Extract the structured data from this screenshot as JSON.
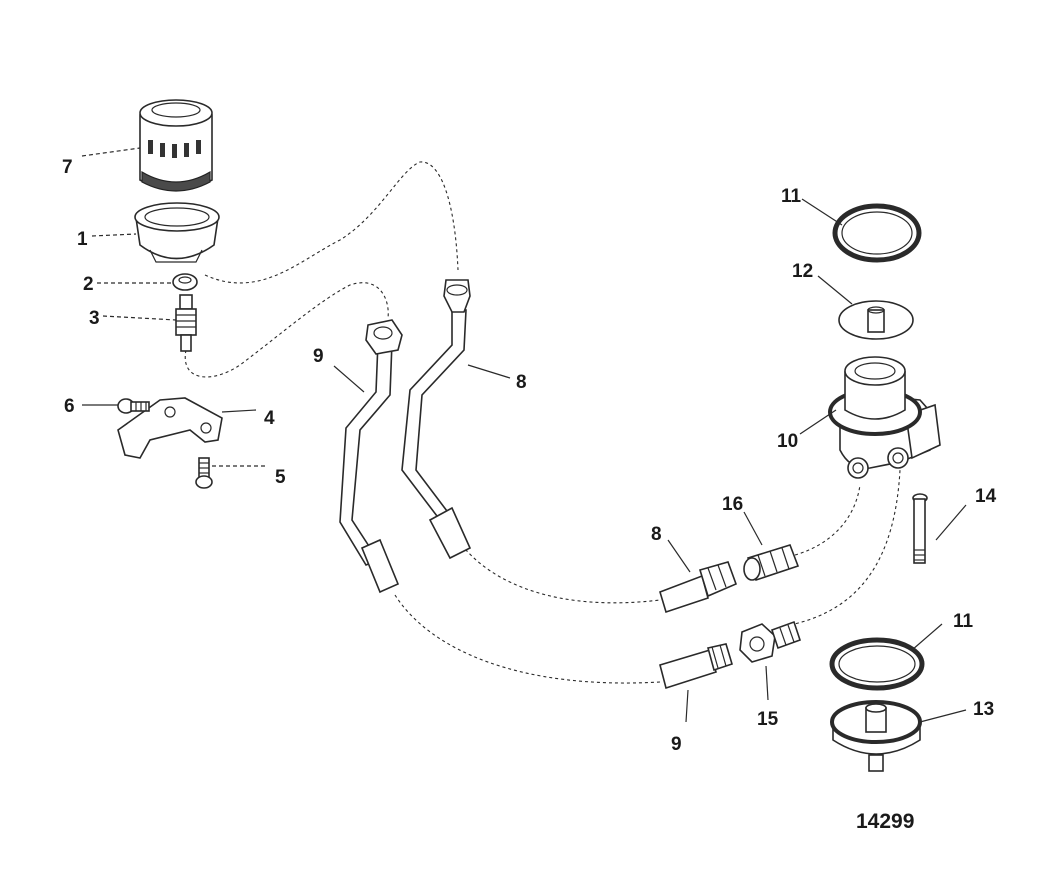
{
  "diagram": {
    "figure_number": "14299",
    "callouts": {
      "c1": "1",
      "c2": "2",
      "c3": "3",
      "c4": "4",
      "c5": "5",
      "c6": "6",
      "c7": "7",
      "c8a": "8",
      "c8b": "8",
      "c9a": "9",
      "c9b": "9",
      "c10": "10",
      "c11a": "11",
      "c11b": "11",
      "c12": "12",
      "c13": "13",
      "c14": "14",
      "c15": "15",
      "c16": "16"
    }
  }
}
